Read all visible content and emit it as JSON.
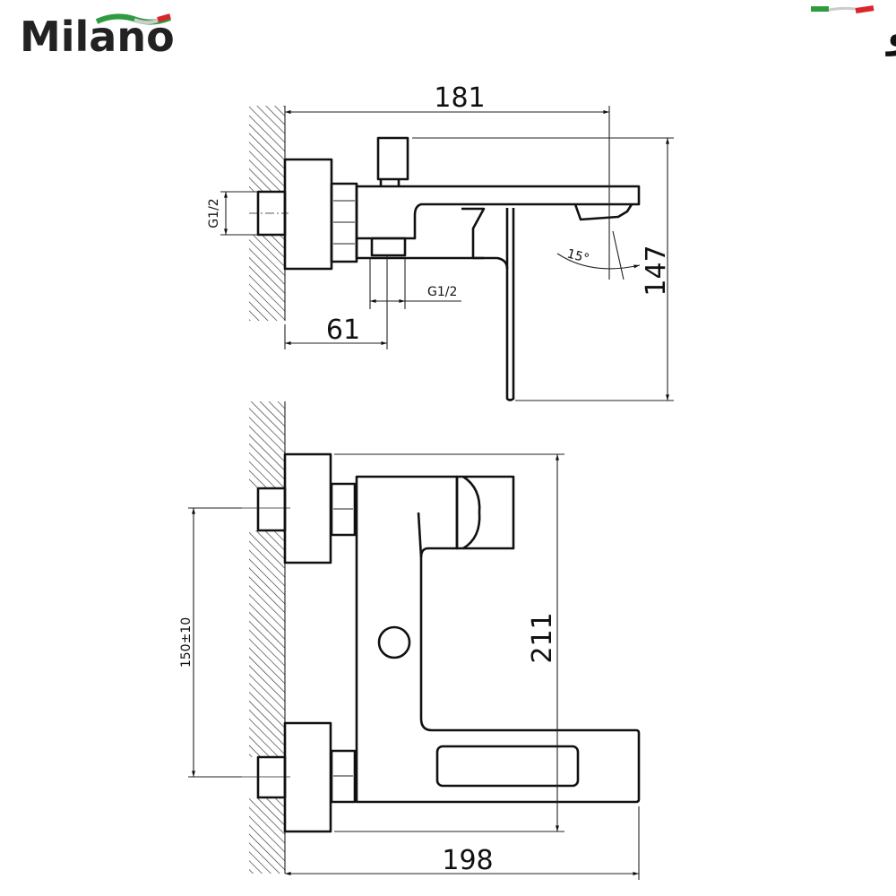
{
  "logos": {
    "latin": "Milano",
    "arabic": "ميلانو",
    "flag_colors": [
      "#2e9b3e",
      "#ffffff",
      "#d9262c"
    ]
  },
  "side_view": {
    "overall_length": "181",
    "overall_height": "147",
    "outlet_offset": "61",
    "inlet_thread": "G1/2",
    "outlet_thread": "G1/2",
    "spout_angle": "15°"
  },
  "front_view": {
    "overall_height": "211",
    "inlet_spacing": "150±10",
    "overall_length": "198"
  }
}
